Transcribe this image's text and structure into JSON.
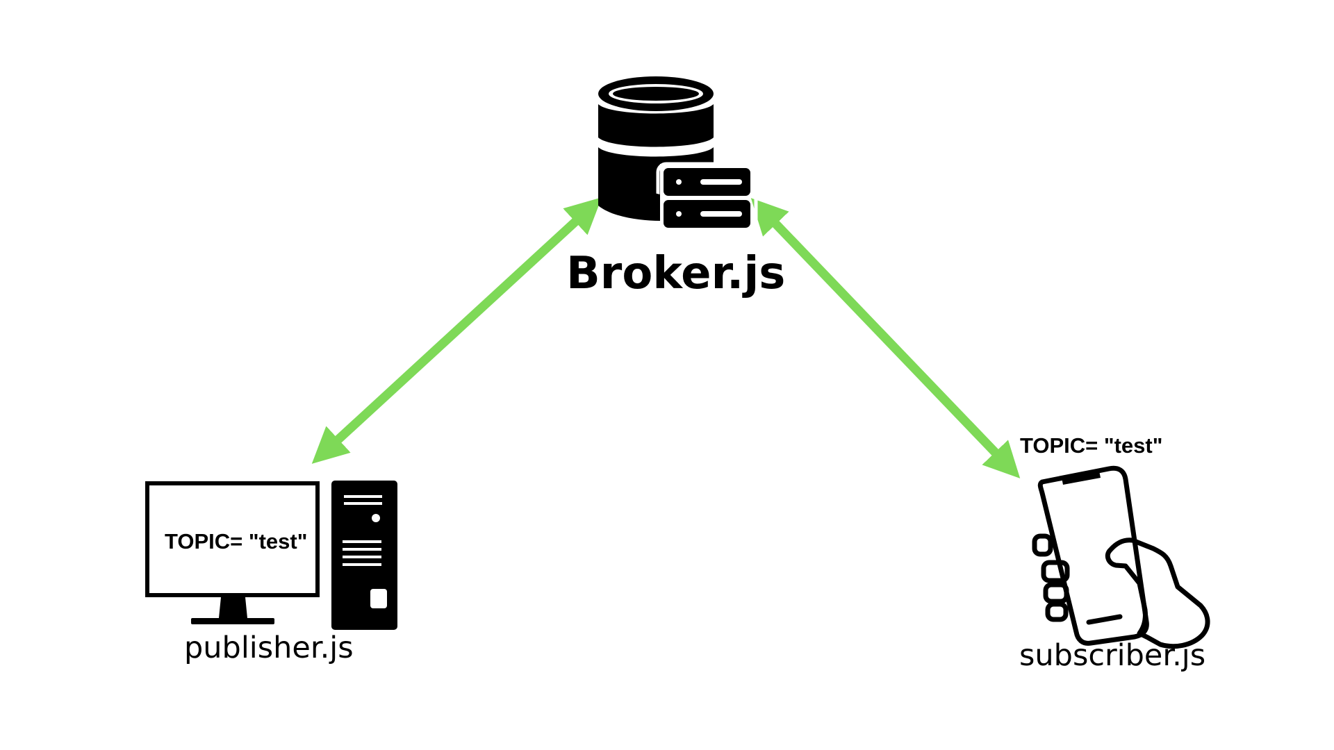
{
  "nodes": {
    "broker": {
      "label": "Broker.js",
      "icon": "database-server-icon"
    },
    "publisher": {
      "label": "publisher.js",
      "topic": "TOPIC= \"test\"",
      "icon": "desktop-computer-icon"
    },
    "subscriber": {
      "label": "subscriber.js",
      "topic": "TOPIC= \"test\"",
      "icon": "hand-holding-phone-icon"
    }
  },
  "colors": {
    "arrow": "#7ed957",
    "icon": "#000000",
    "background": "#ffffff"
  }
}
